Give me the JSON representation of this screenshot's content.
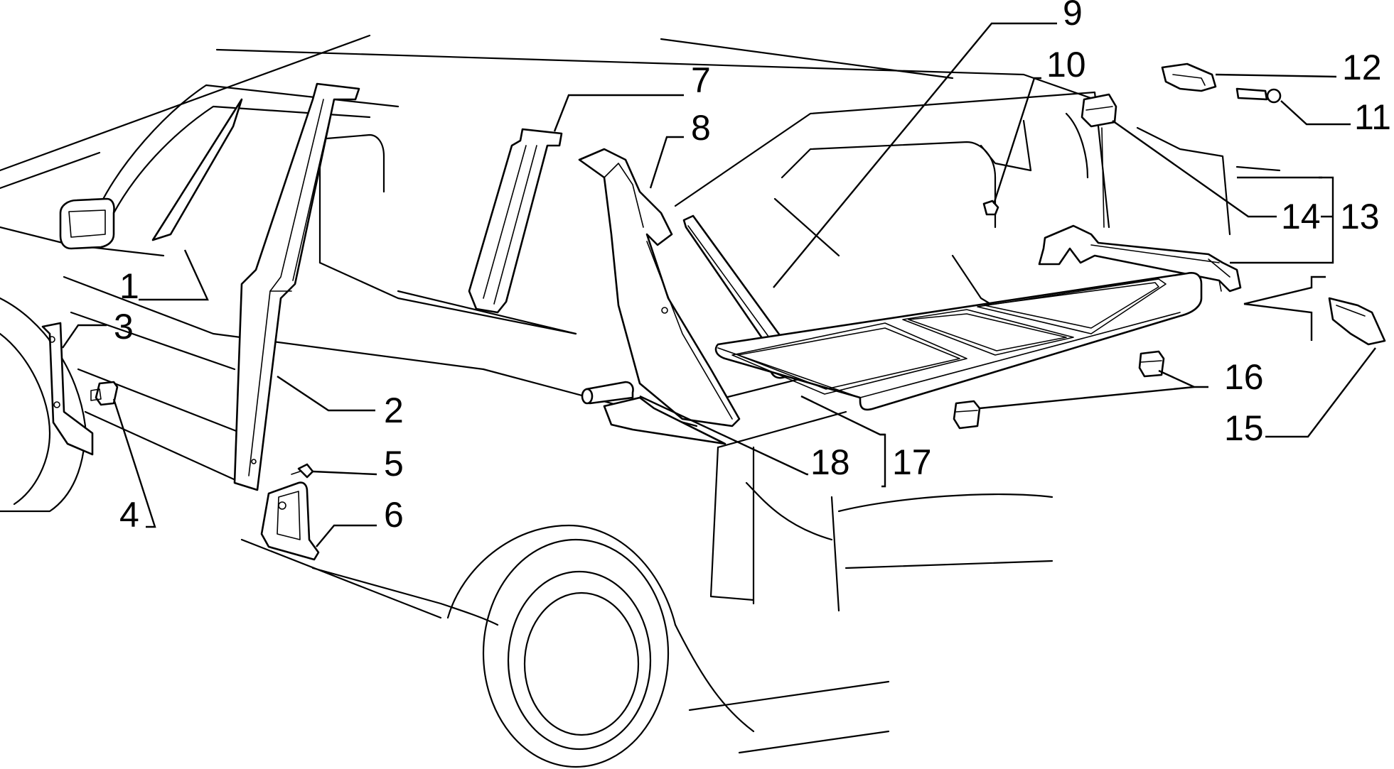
{
  "diagram": {
    "colors": {
      "ink": "#000000",
      "paper": "#ffffff"
    },
    "callouts": [
      {
        "id": "c1",
        "label": "1"
      },
      {
        "id": "c2",
        "label": "2"
      },
      {
        "id": "c3",
        "label": "3"
      },
      {
        "id": "c4",
        "label": "4"
      },
      {
        "id": "c5",
        "label": "5"
      },
      {
        "id": "c6",
        "label": "6"
      },
      {
        "id": "c7",
        "label": "7"
      },
      {
        "id": "c8",
        "label": "8"
      },
      {
        "id": "c9",
        "label": "9"
      },
      {
        "id": "c10",
        "label": "10"
      },
      {
        "id": "c11",
        "label": "11"
      },
      {
        "id": "c12",
        "label": "12"
      },
      {
        "id": "c13",
        "label": "13"
      },
      {
        "id": "c14",
        "label": "14"
      },
      {
        "id": "c15",
        "label": "15"
      },
      {
        "id": "c16",
        "label": "16"
      },
      {
        "id": "c17",
        "label": "17"
      },
      {
        "id": "c18",
        "label": "18"
      }
    ]
  }
}
